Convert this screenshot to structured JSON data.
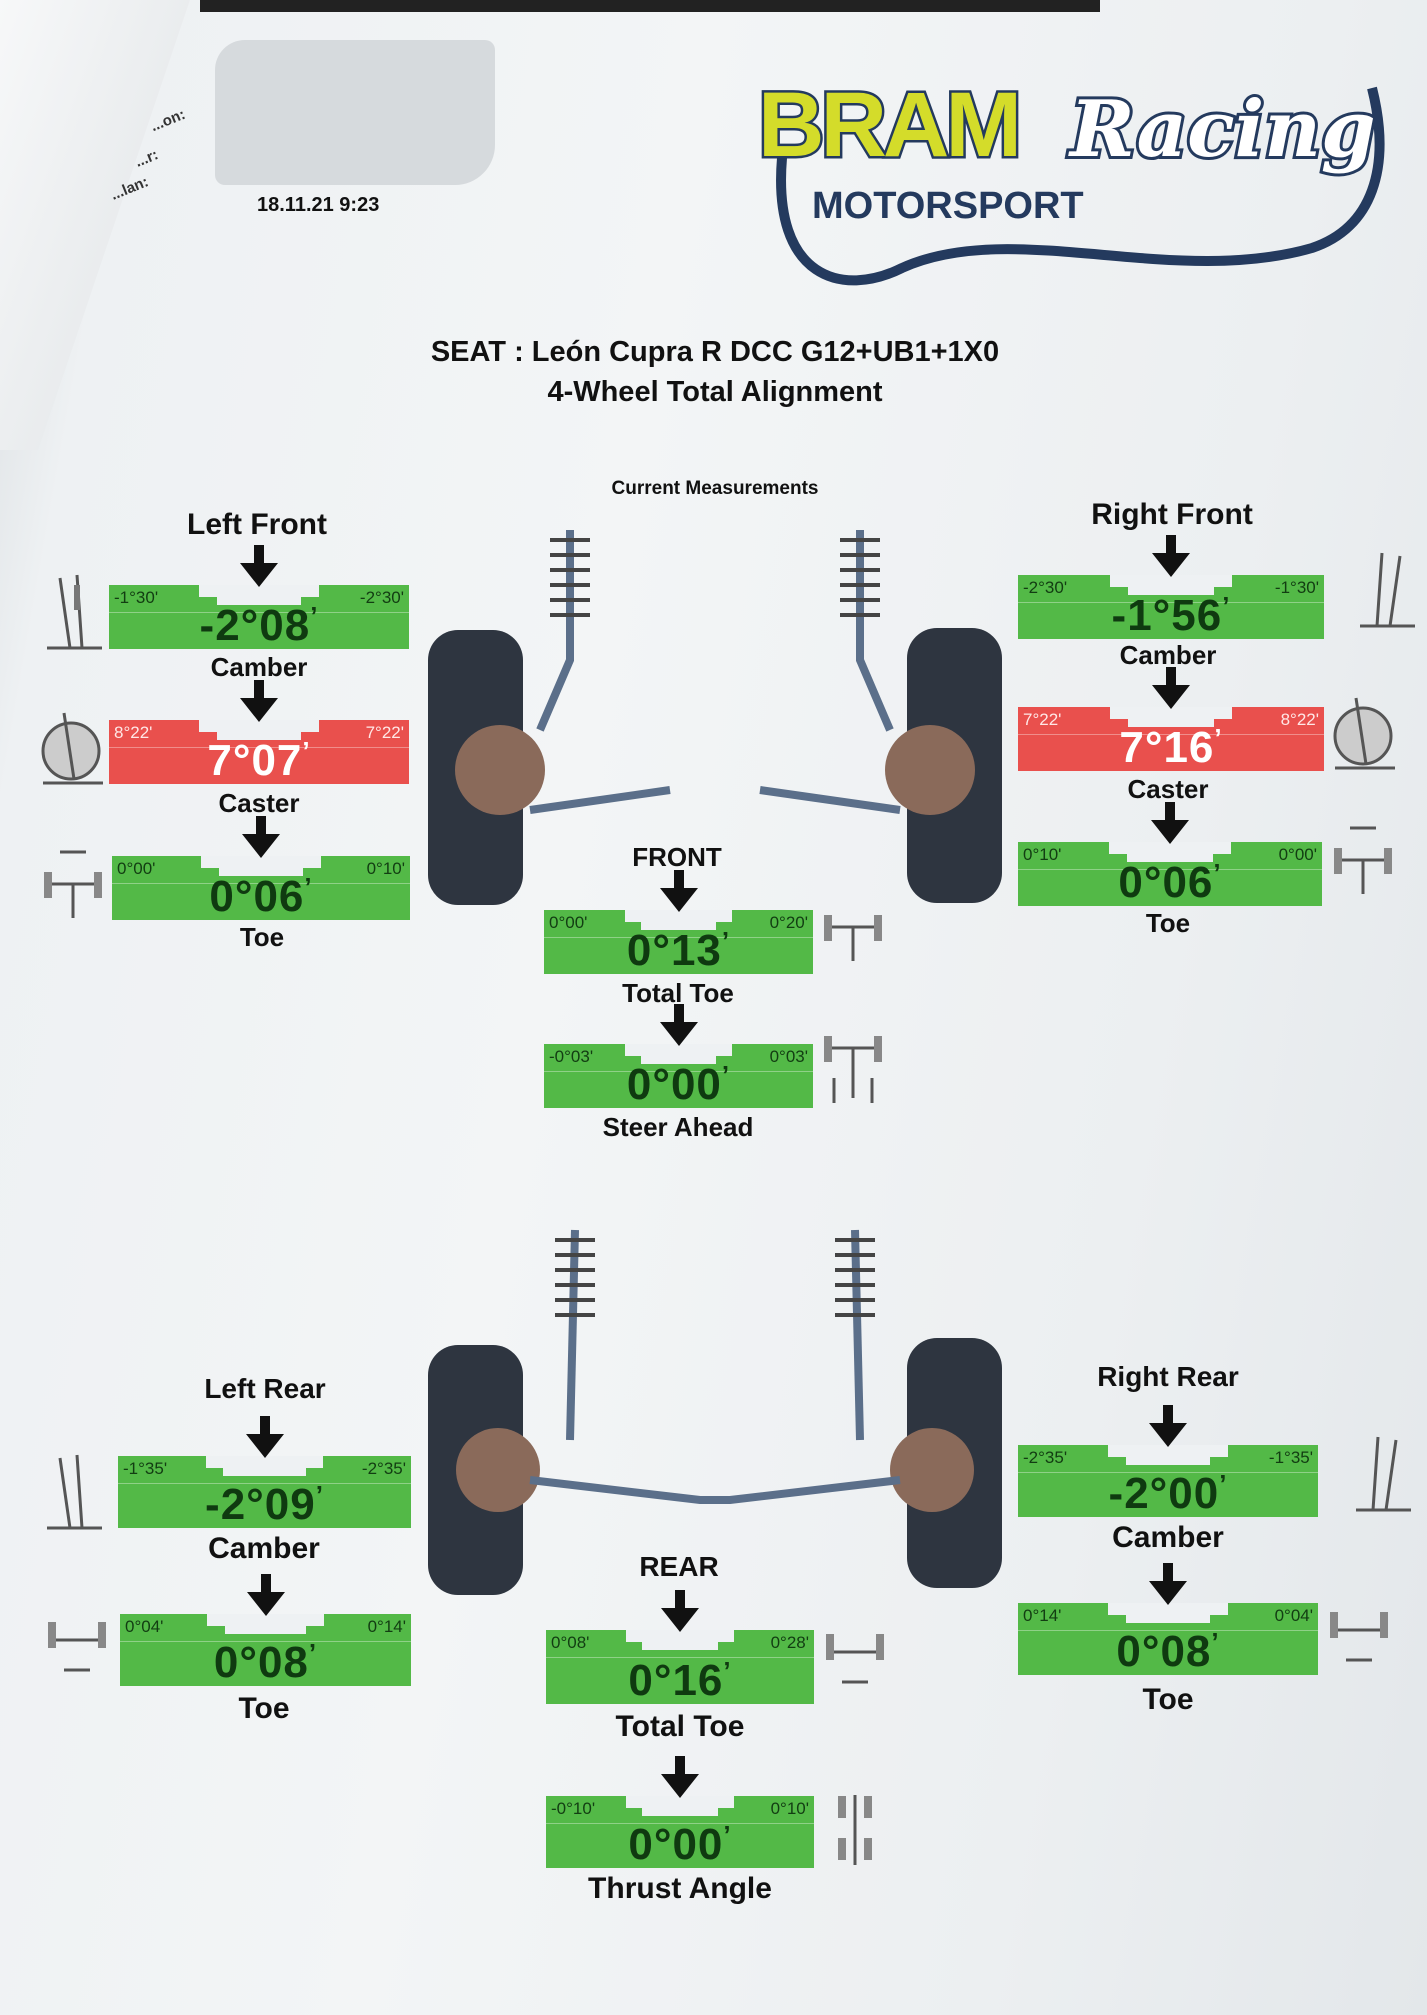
{
  "header": {
    "meta_labels": [
      "...on:",
      "...r:",
      "...lan:"
    ],
    "date": "18.11.21 9:23",
    "logo": {
      "brand": "BRAM",
      "script": "Racing",
      "sub": "MOTORSPORT"
    },
    "title": "SEAT : León Cupra R DCC G12+UB1+1X0",
    "subtitle": "4-Wheel Total Alignment",
    "section": "Current Measurements"
  },
  "colors": {
    "in_spec": "#53b947",
    "out_of_spec": "#e9504d",
    "logo_yellow": "#d4dc2a",
    "logo_navy": "#243a5e"
  },
  "left_front": {
    "title": "Left Front",
    "camber": {
      "label": "Camber",
      "min": "-1°30'",
      "max": "-2°30'",
      "value": "-2°08",
      "status": "ok"
    },
    "caster": {
      "label": "Caster",
      "min": "8°22'",
      "max": "7°22'",
      "value": "7°07",
      "status": "out"
    },
    "toe": {
      "label": "Toe",
      "min": "0°00'",
      "max": "0°10'",
      "value": "0°06",
      "status": "ok"
    }
  },
  "right_front": {
    "title": "Right Front",
    "camber": {
      "label": "Camber",
      "min": "-2°30'",
      "max": "-1°30'",
      "value": "-1°56",
      "status": "ok"
    },
    "caster": {
      "label": "Caster",
      "min": "7°22'",
      "max": "8°22'",
      "value": "7°16",
      "status": "out"
    },
    "toe": {
      "label": "Toe",
      "min": "0°10'",
      "max": "0°00'",
      "value": "0°06",
      "status": "ok"
    }
  },
  "front": {
    "title": "FRONT",
    "total_toe": {
      "label": "Total Toe",
      "min": "0°00'",
      "max": "0°20'",
      "value": "0°13",
      "status": "ok"
    },
    "steer_ahead": {
      "label": "Steer Ahead",
      "min": "-0°03'",
      "max": "0°03'",
      "value": "0°00",
      "status": "ok"
    }
  },
  "left_rear": {
    "title": "Left Rear",
    "camber": {
      "label": "Camber",
      "min": "-1°35'",
      "max": "-2°35'",
      "value": "-2°09",
      "status": "ok"
    },
    "toe": {
      "label": "Toe",
      "min": "0°04'",
      "max": "0°14'",
      "value": "0°08",
      "status": "ok"
    }
  },
  "right_rear": {
    "title": "Right Rear",
    "camber": {
      "label": "Camber",
      "min": "-2°35'",
      "max": "-1°35'",
      "value": "-2°00",
      "status": "ok"
    },
    "toe": {
      "label": "Toe",
      "min": "0°14'",
      "max": "0°04'",
      "value": "0°08",
      "status": "ok"
    }
  },
  "rear": {
    "title": "REAR",
    "total_toe": {
      "label": "Total Toe",
      "min": "0°08'",
      "max": "0°28'",
      "value": "0°16",
      "status": "ok"
    },
    "thrust_angle": {
      "label": "Thrust Angle",
      "min": "-0°10'",
      "max": "0°10'",
      "value": "0°00",
      "status": "ok"
    }
  }
}
